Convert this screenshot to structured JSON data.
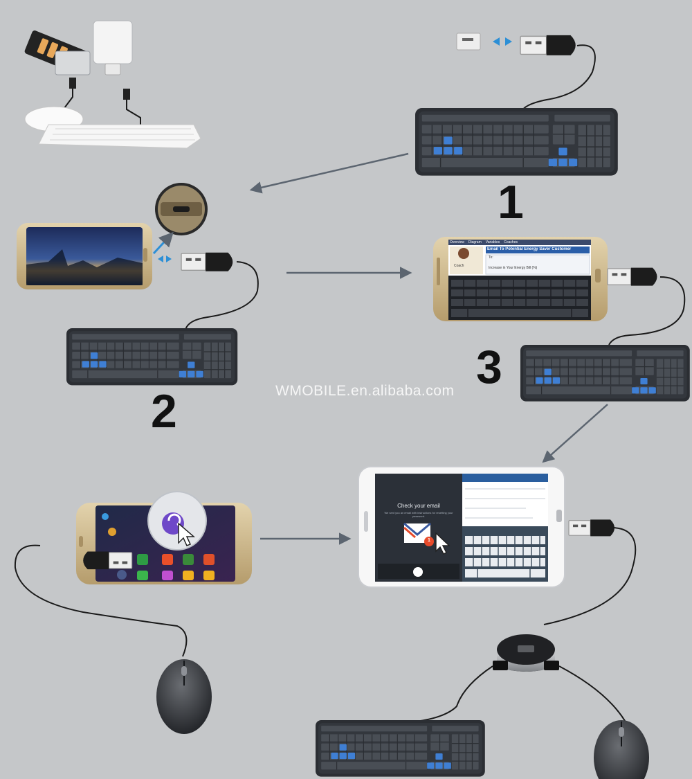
{
  "steps": [
    "1",
    "2",
    "3"
  ],
  "watermark": "WMOBILE.en.alibaba.com",
  "tablet_screen": {
    "left_title": "Check your email",
    "left_sub": "We sent you an email with instructions for resetting your password.",
    "badge": "1"
  },
  "phone3_screen": {
    "tabs": [
      "Overview",
      "Diagram",
      "Variables",
      "Coaches"
    ],
    "avatar_label": "Coach",
    "subject": "Email To Potential Energy Saver Customer",
    "to_label": "To:",
    "body_line": "Increase in Your Energy Bill (%)"
  },
  "colors": {
    "background": "#c5c7c9",
    "keyboard": "#2b2e33",
    "key": "#3a3e44",
    "key_highlight": "#3f7fd4",
    "cable": "#1a1a1a",
    "arrow": "#5c6570",
    "gold_phone": "#c9b48a"
  }
}
